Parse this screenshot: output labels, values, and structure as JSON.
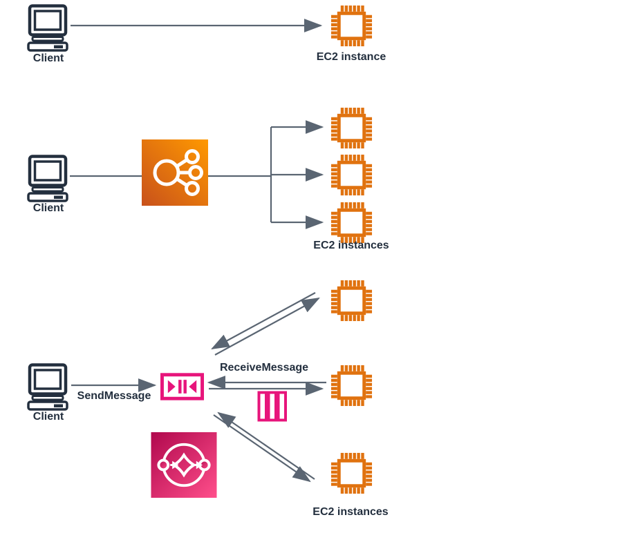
{
  "colors": {
    "text": "#232F3E",
    "arrow": "#5A6572",
    "ec2_orange": "#E0720F",
    "elb_gradient_start": "#C8511B",
    "elb_gradient_end": "#FF9900",
    "sqs_pink": "#E7157B",
    "sqs_gradient_start": "#B0084D",
    "sqs_gradient_end": "#FF4F8B"
  },
  "icons": {
    "client": "desktop-computer-icon",
    "ec2": "ec2-chip-icon",
    "load_balancer": "elastic-load-balancer-icon",
    "queue": "sqs-queue-icon",
    "messages": "queue-messages-icon",
    "sqs_service": "sqs-service-icon"
  },
  "sections": [
    {
      "id": "direct",
      "client_label": "Client",
      "target_label": "EC2 instance",
      "instance_count": 1
    },
    {
      "id": "load_balanced",
      "client_label": "Client",
      "target_label": "EC2 instances",
      "instance_count": 3
    },
    {
      "id": "queue_based",
      "client_label": "Client",
      "send_label": "SendMessage",
      "receive_label": "ReceiveMessage",
      "target_label": "EC2 instances",
      "instance_count": 3
    }
  ]
}
